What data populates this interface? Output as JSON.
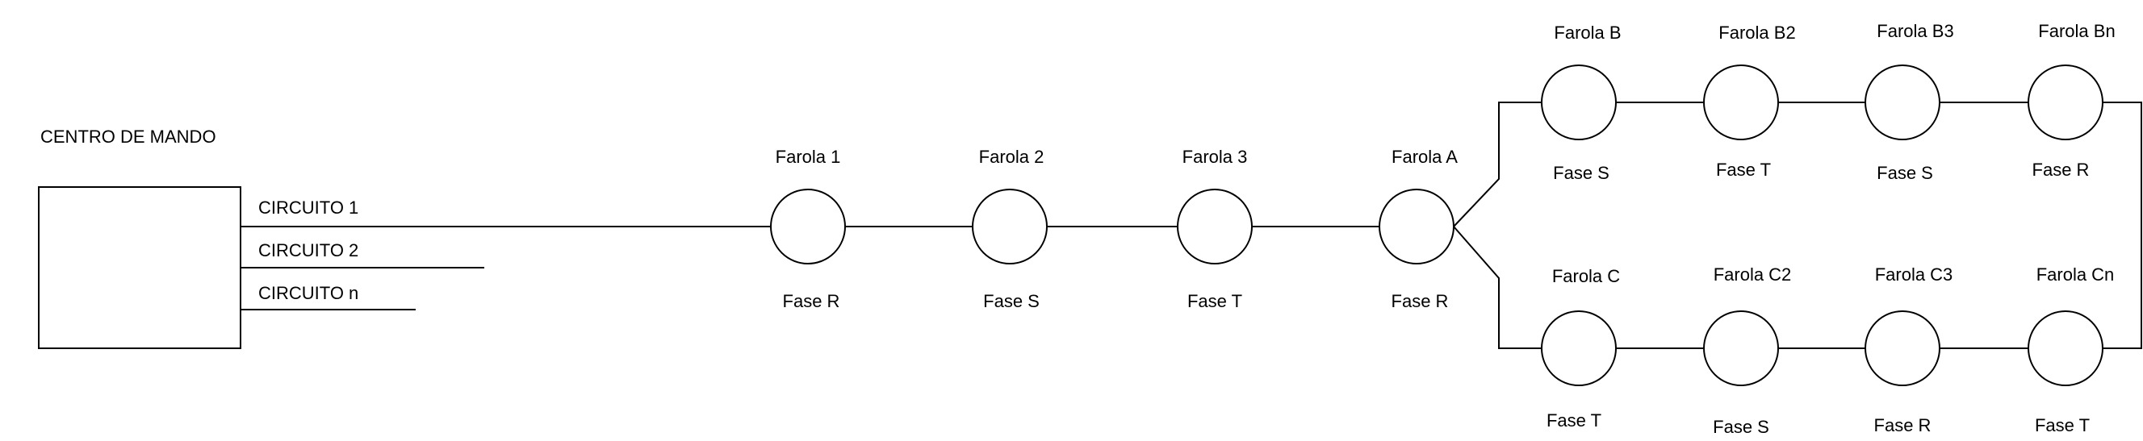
{
  "control_center": {
    "title": "CENTRO DE MANDO",
    "circuits": [
      "CIRCUITO 1",
      "CIRCUITO 2",
      "CIRCUITO n"
    ]
  },
  "main_line": [
    {
      "name": "Farola 1",
      "phase": "Fase R"
    },
    {
      "name": "Farola 2",
      "phase": "Fase S"
    },
    {
      "name": "Farola 3",
      "phase": "Fase T"
    },
    {
      "name": "Farola A",
      "phase": "Fase R"
    }
  ],
  "branch_b": [
    {
      "name": "Farola B",
      "phase": "Fase S"
    },
    {
      "name": "Farola B2",
      "phase": "Fase T"
    },
    {
      "name": "Farola B3",
      "phase": "Fase S"
    },
    {
      "name": "Farola Bn",
      "phase": "Fase R"
    }
  ],
  "branch_c": [
    {
      "name": "Farola C",
      "phase": "Fase T"
    },
    {
      "name": "Farola C2",
      "phase": "Fase S"
    },
    {
      "name": "Farola C3",
      "phase": "Fase R"
    },
    {
      "name": "Farola Cn",
      "phase": "Fase T"
    }
  ],
  "colors": {
    "line": "#000000",
    "background": "#ffffff"
  }
}
